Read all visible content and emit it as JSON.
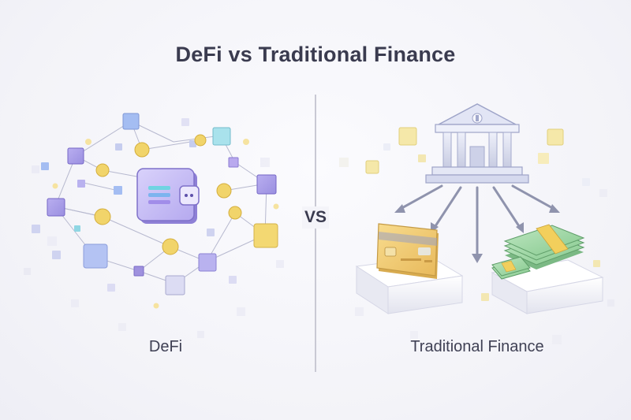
{
  "header": {
    "title": "DeFi vs Traditional Finance"
  },
  "divider": {
    "label": "VS"
  },
  "panels": {
    "left": {
      "caption": "DeFi"
    },
    "right": {
      "caption": "Traditional Finance"
    }
  },
  "icons": {
    "left": [
      "wallet-icon",
      "blockchain-network-icon",
      "token-coin-icon"
    ],
    "right": [
      "bank-icon",
      "credit-card-icon",
      "cash-stack-icon"
    ]
  },
  "colors": {
    "title": "#3a3b4f",
    "purple_node": "#8d7fd6",
    "blue_node": "#9fb8ee",
    "gold_coin": "#f1d46a",
    "teal_node": "#8fd6e3",
    "bank_gray": "#c9cde3",
    "cash_green": "#9fd8a6",
    "card_gold": "#f2cf78"
  }
}
